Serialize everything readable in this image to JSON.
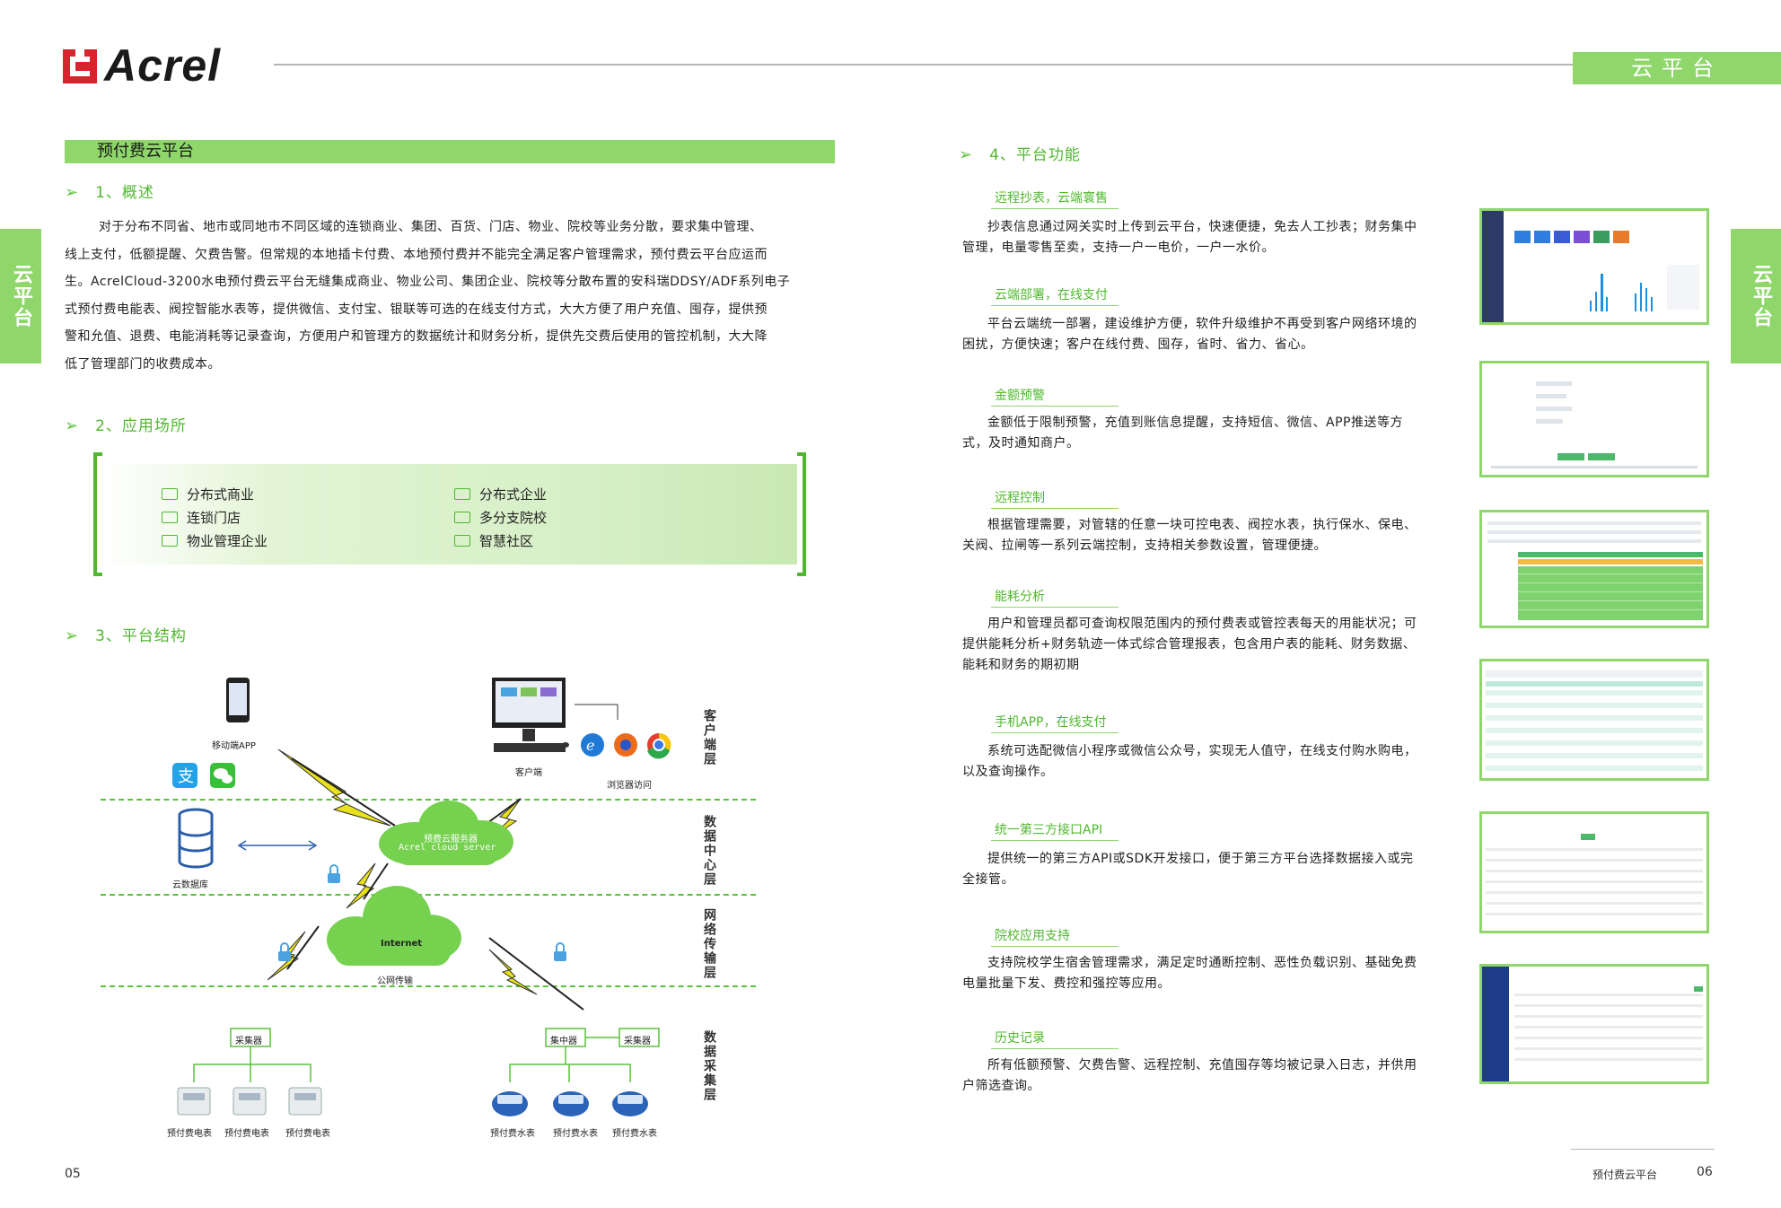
{
  "brand": {
    "name": "Acrel"
  },
  "top_tag": "云平台",
  "side_tab": "云平台",
  "left": {
    "section_title": "预付费云平台",
    "s1": {
      "title": "1、概述",
      "lines": [
        "对于分布不同省、地市或同地市不同区域的连锁商业、集团、百货、门店、物业、院校等业务分散，要求集中管理、",
        "线上支付，低额提醒、欠费告警。但常规的本地插卡付费、本地预付费并不能完全满足客户管理需求，预付费云平台应运而",
        "生。AcrelCloud-3200水电预付费云平台无缝集成商业、物业公司、集团企业、院校等分散布置的安科瑞DDSY/ADF系列电子",
        "式预付费电能表、阀控智能水表等，提供微信、支付宝、银联等可选的在线支付方式，大大方便了用户充值、囤存，提供预",
        "警和允值、退费、电能消耗等记录查询，方便用户和管理方的数据统计和财务分析，提供先交费后使用的管控机制，大大降",
        "低了管理部门的收费成本。"
      ]
    },
    "s2": {
      "title": "2、应用场所",
      "items_left": [
        "分布式商业",
        "连锁门店",
        "物业管理企业"
      ],
      "items_right": [
        "分布式企业",
        "多分支院校",
        "智慧社区"
      ]
    },
    "s3": {
      "title": "3、平台结构",
      "layers": [
        "客户端层",
        "数据中心层",
        "网络传输层",
        "数据采集层"
      ],
      "labels": {
        "mobile": "移动端APP",
        "client": "客户端",
        "browser": "浏览器访问",
        "db": "云数据库",
        "cloud1": "预费云服务器",
        "cloud1_en": "Acrel cloud server",
        "internet": "Internet",
        "public": "公网传输",
        "collector_l": "采集器",
        "concentrator": "集中器",
        "collector_r": "采集器",
        "meters_e": [
          "预付费电表",
          "预付费电表",
          "预付费电表"
        ],
        "meters_w": [
          "预付费水表",
          "预付费水表",
          "预付费水表"
        ]
      }
    }
  },
  "right": {
    "s4_title": "4、平台功能",
    "functions": [
      {
        "title": "远程抄表，云端寰售",
        "text": "抄表信息通过网关实时上传到云平台，快速便捷，免去人工抄表；财务集中管理，电量零售至卖，支持一户一电价，一户一水价。"
      },
      {
        "title": "云端部署，在线支付",
        "text": "平台云端统一部署，建设维护方便，软件升级维护不再受到客户网络环境的困扰，方便快速；客户在线付费、囤存，省时、省力、省心。"
      },
      {
        "title": "金额预警",
        "text": "金额低于限制预警，充值到账信息提醒，支持短信、微信、APP推送等方式，及时通知商户。"
      },
      {
        "title": "远程控制",
        "text": "根据管理需要，对管辖的任意一块可控电表、阀控水表，执行保水、保电、关阀、拉闸等一系列云端控制，支持相关参数设置，管理便捷。"
      },
      {
        "title": "能耗分析",
        "text": "用户和管理员都可查询权限范围内的预付费表或管控表每天的用能状况；可提供能耗分析+财务轨迹一体式综合管理报表，包含用户表的能耗、财务数据、能耗和财务的期初期"
      },
      {
        "title": "手机APP，在线支付",
        "text": "系统可选配微信小程序或微信公众号，实现无人值守，在线支付购水购电，以及查询操作。"
      },
      {
        "title": "统一第三方接口API",
        "text": "提供统一的第三方API或SDK开发接口，便于第三方平台选择数据接入或完全接管。"
      },
      {
        "title": "院校应用支持",
        "text": "支持院校学生宿舍管理需求，满足定时通断控制、恶性负载识别、基础免费电量批量下发、费控和强控等应用。"
      },
      {
        "title": "历史记录",
        "text": "所有低额预警、欠费告警、远程控制、充值囤存等均被记录入日志，并供用户筛选查询。"
      }
    ]
  },
  "footer": {
    "left_page": "05",
    "right_caption": "预付费云平台",
    "right_page": "06"
  },
  "colors": {
    "accent": "#8fd66b",
    "accent_dark": "#4fb82e",
    "logo_red": "#d9232d"
  }
}
